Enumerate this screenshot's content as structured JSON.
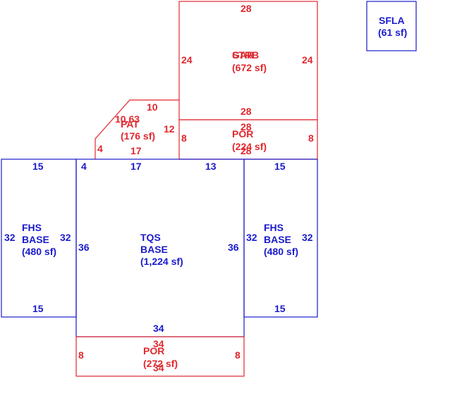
{
  "colors": {
    "living_area": "#1a1acc",
    "non_living_area": "#e0282f",
    "background": "#ffffff"
  },
  "legend": {
    "name": "SFLA",
    "area": "(61 sf)"
  },
  "garage": {
    "overlapping_labels": [
      "GAR",
      "STRB"
    ],
    "area": "(672 sf)",
    "dim_top": "28",
    "dim_left": "24",
    "dim_right": "24",
    "dim_bottom": "28"
  },
  "patio": {
    "name": "PAT",
    "area": "(176 sf)",
    "dim_top": "10",
    "dim_diagonal": "10.63",
    "dim_right": "12",
    "dim_left": "4",
    "dim_bottom": "17"
  },
  "porch_upper": {
    "name": "POR",
    "area": "(224 sf)",
    "dim_top": "28",
    "dim_left": "8",
    "dim_right": "8",
    "dim_bottom": "28"
  },
  "main_base": {
    "name_line1": "TQS",
    "name_line2": "BASE",
    "area": "(1,224 sf)",
    "dim_top_left": "4",
    "dim_top_mid": "17",
    "dim_top_right": "13",
    "dim_left": "36",
    "dim_right": "36",
    "dim_bottom": "34"
  },
  "fhs_left": {
    "name_line1": "FHS",
    "name_line2": "BASE",
    "area": "(480 sf)",
    "dim_top": "15",
    "dim_left": "32",
    "dim_right": "32",
    "dim_bottom": "15"
  },
  "fhs_right": {
    "name_line1": "FHS",
    "name_line2": "BASE",
    "area": "(480 sf)",
    "dim_top": "15",
    "dim_left": "32",
    "dim_right": "32",
    "dim_bottom": "15"
  },
  "porch_lower": {
    "name": "POR",
    "area": "(272 sf)",
    "dim_top": "34",
    "dim_left": "8",
    "dim_right": "8",
    "dim_bottom": "34"
  }
}
